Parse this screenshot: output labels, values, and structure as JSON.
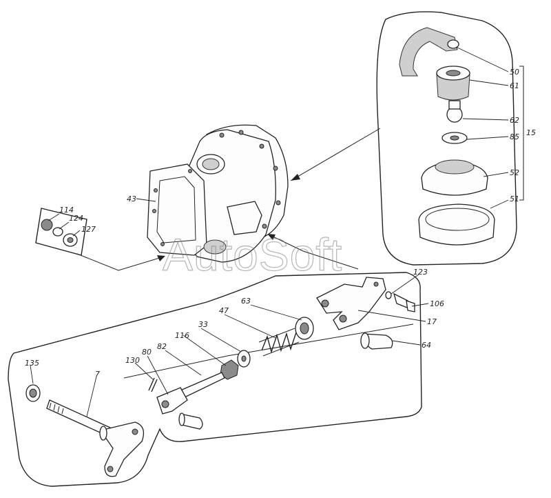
{
  "watermark": "AutoSoft",
  "callouts": [
    {
      "id": "c50",
      "text": "50"
    },
    {
      "id": "c61",
      "text": "61"
    },
    {
      "id": "c62",
      "text": "62"
    },
    {
      "id": "c85",
      "text": "85"
    },
    {
      "id": "c15",
      "text": "15"
    },
    {
      "id": "c52",
      "text": "52"
    },
    {
      "id": "c51",
      "text": "51"
    },
    {
      "id": "c43",
      "text": "43"
    },
    {
      "id": "c114",
      "text": "114"
    },
    {
      "id": "c124",
      "text": "124"
    },
    {
      "id": "c127",
      "text": "127"
    },
    {
      "id": "c123",
      "text": "123"
    },
    {
      "id": "c106",
      "text": "106"
    },
    {
      "id": "c17",
      "text": "17"
    },
    {
      "id": "c64",
      "text": "64"
    },
    {
      "id": "c63",
      "text": "63"
    },
    {
      "id": "c47",
      "text": "47"
    },
    {
      "id": "c33",
      "text": "33"
    },
    {
      "id": "c116",
      "text": "116"
    },
    {
      "id": "c82",
      "text": "82"
    },
    {
      "id": "c80",
      "text": "80"
    },
    {
      "id": "c130",
      "text": "130"
    },
    {
      "id": "c135",
      "text": "135"
    },
    {
      "id": "c7",
      "text": "7"
    }
  ]
}
